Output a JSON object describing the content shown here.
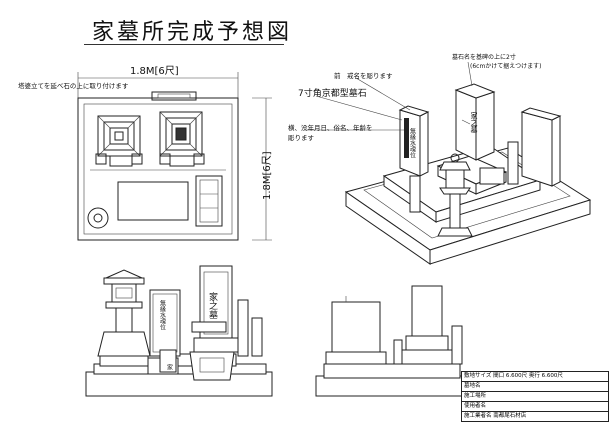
{
  "title": "家墓所完成予想図",
  "plan": {
    "width_dim": "1.8M[6尺]",
    "depth_dim": "1.8M[6尺]",
    "note_top": "塔婆立てを延べ石の上に取り付けます"
  },
  "perspective": {
    "note_stone_label": "墓石名を基碑の上に2寸",
    "note_stone_label2": "(6cmかけて据えつけます)",
    "note_front": "前　戒名を彫ります",
    "stone_type": "7寸角京都型墓石",
    "note_side": "横、没年月日、俗名、年齢を",
    "note_side2": "彫ります",
    "stone_inscription": "家之墓",
    "side_inscription": "無縁水魂位"
  },
  "elevation": {
    "front_stone": "家之墓",
    "side_plaque": "無縁水魂位",
    "small_plaque": "家"
  },
  "info_table": {
    "rows": [
      "敷地サイズ 間口 6.600尺 奥行 6.600尺",
      "墓地名",
      "施工場所",
      "使用者名",
      "施工業者名 南都尾石材店"
    ]
  }
}
